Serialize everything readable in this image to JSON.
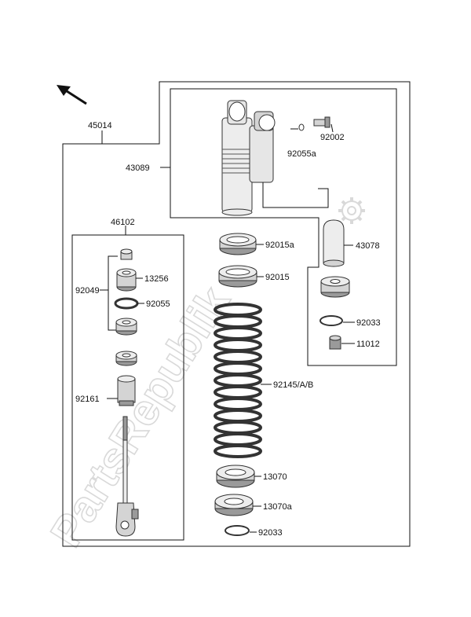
{
  "labels": {
    "assembly": "45014",
    "reservoir": "43089",
    "bolt": "92002",
    "washer": "92055a",
    "cap": "43078",
    "rod_kit": "46102",
    "seal_kit": "92049",
    "bushing": "13256",
    "oring": "92055",
    "rod_stopper": "92161",
    "adjuster_nut": "92015a",
    "lock_nut": "92015",
    "spring": "92145/A/B",
    "circlip_upper": "92033",
    "bearing": "11012",
    "spring_seat": "13070",
    "spring_seat_a": "13070a",
    "circlip_lower": "92033"
  },
  "watermark": "PartsRepublik",
  "colors": {
    "line": "#111111",
    "fill_light": "#ededed",
    "fill_mid": "#d4d4d4",
    "fill_dark": "#9a9a9a",
    "watermark": "#d9d9d9"
  },
  "icons": {
    "direction": "arrow-up-left-icon",
    "gear": "gear-icon"
  }
}
